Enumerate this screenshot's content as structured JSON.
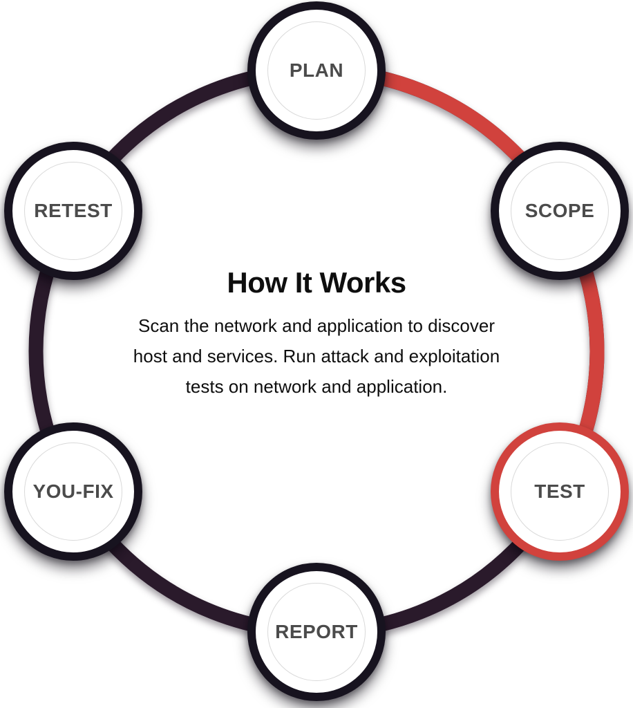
{
  "diagram": {
    "center": {
      "title": "How It Works",
      "description": "Scan the network and application to discover host and services. Run attack and exploitation tests on network and application."
    },
    "steps": [
      {
        "id": "plan",
        "label": "PLAN",
        "active": false
      },
      {
        "id": "scope",
        "label": "SCOPE",
        "active": false
      },
      {
        "id": "test",
        "label": "TEST",
        "active": true
      },
      {
        "id": "report",
        "label": "REPORT",
        "active": false
      },
      {
        "id": "youfix",
        "label": "YOU-FIX",
        "active": false
      },
      {
        "id": "retest",
        "label": "RETEST",
        "active": false
      }
    ],
    "colors": {
      "highlight_red": "#d1423d",
      "ring_dark": "#2a1a2b",
      "node_border_dark": "#17131f",
      "node_fill": "#ffffff",
      "inner_ring_gray": "#d9d9d9",
      "label_gray": "#4b4b4b",
      "text_black": "#0e0e0e"
    }
  }
}
